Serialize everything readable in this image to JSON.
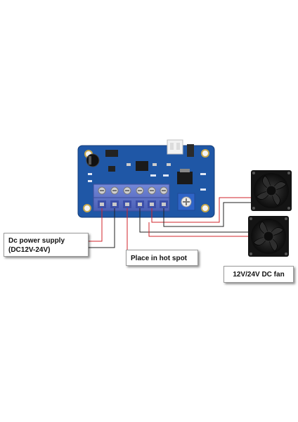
{
  "labels": {
    "power_line1": "Dc power supply",
    "power_line2": "(DC12V-24V)",
    "hot_spot": "Place in hot spot",
    "fan": "12V/24V DC fan"
  },
  "colors": {
    "board": "#1f57a6",
    "terminal": "#5a72c8",
    "wire_red": "#d2232a",
    "wire_black": "#222222",
    "fan_body": "#1a1a1a"
  },
  "icons": [
    "fan-icon",
    "fan-icon",
    "circuit-board-icon",
    "potentiometer-icon",
    "connector-icon"
  ]
}
